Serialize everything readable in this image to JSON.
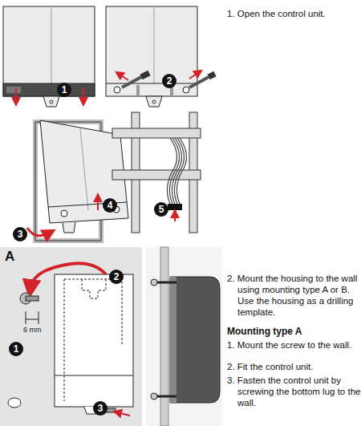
{
  "diagram": {
    "labels": [
      "1",
      "2",
      "3",
      "4",
      "5",
      "A",
      "1",
      "2",
      "3",
      "6 mm",
      "1. Open the control unit.",
      "2. Mount the housing to the wall using mounting type A or B. Use the housing as a drilling template.",
      "Mounting type A",
      "1. Mount the screw to the wall.",
      "2. Fit the control unit.",
      "3. Fasten the control unit by screwing the bottom lug to the wall."
    ]
  }
}
